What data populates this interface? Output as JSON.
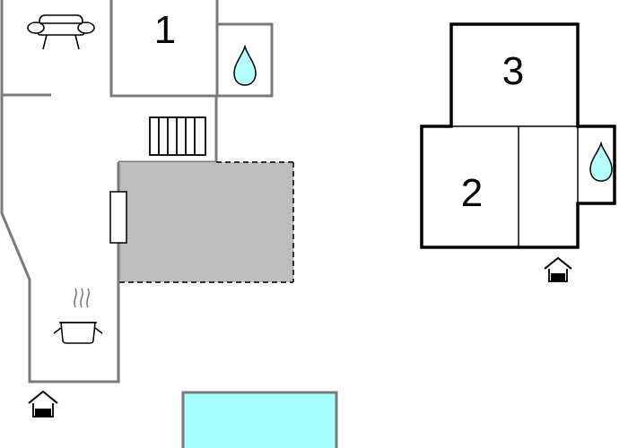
{
  "rooms": [
    {
      "id": "room-1",
      "number": "1"
    },
    {
      "id": "room-2",
      "number": "2"
    },
    {
      "id": "room-3",
      "number": "3"
    }
  ],
  "colors": {
    "wall_main": "#7a7a7a",
    "wall_annex": "#000000",
    "terrace_fill": "#bdbdbd",
    "pool_fill": "#a7ffff",
    "pool_border": "#7a7a7a",
    "water_drop": "#b4ffff"
  },
  "icons": [
    "sofa-icon",
    "bathroom-drop-icon",
    "stairs-icon",
    "cooking-pot-icon",
    "entrance-icon"
  ]
}
